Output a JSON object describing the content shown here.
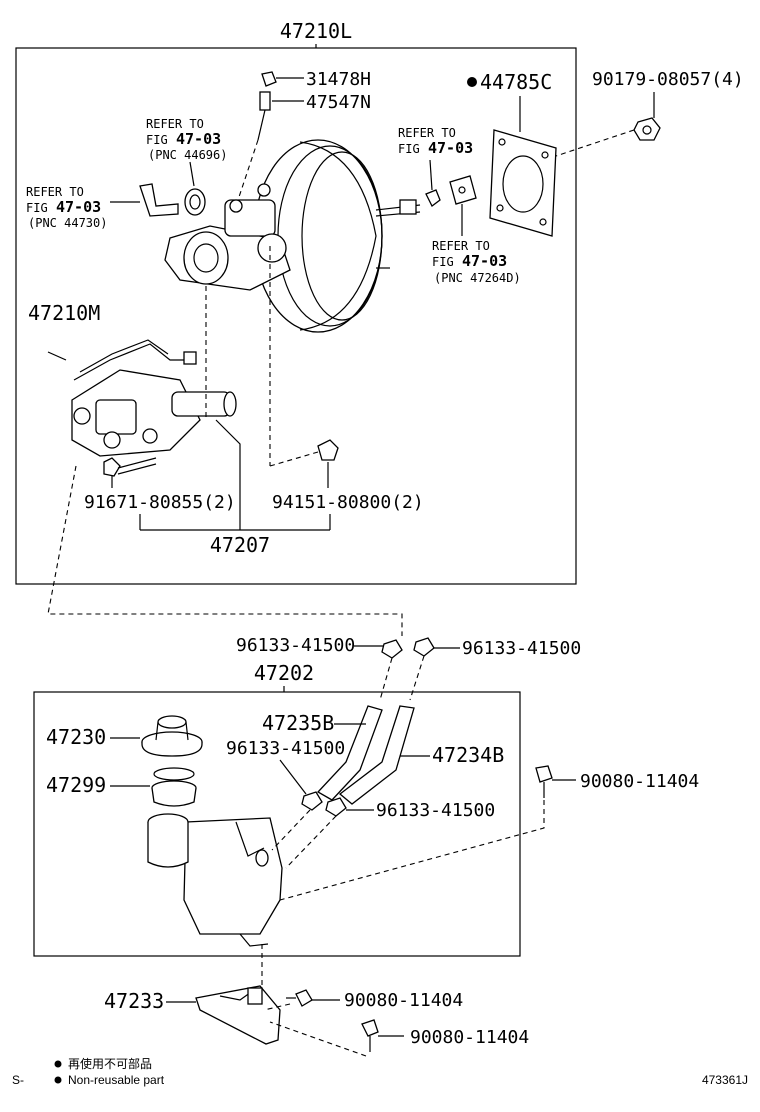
{
  "diagram": {
    "top_assembly": "47210L",
    "upper": {
      "p31478H": "31478H",
      "p47547N": "47547N",
      "p44785C": "44785C",
      "p90179": "90179-08057(4)",
      "refer1": {
        "l1": "REFER TO",
        "l2": "FIG",
        "fig": "47-03",
        "l3": "(PNC 44696)"
      },
      "refer2": {
        "l1": "REFER TO",
        "l2": "FIG",
        "fig": "47-03",
        "l3": "(PNC 44730)"
      },
      "refer3": {
        "l1": "REFER TO",
        "l2": "FIG",
        "fig": "47-03"
      },
      "refer4": {
        "l1": "REFER TO",
        "l2": "FIG",
        "fig": "47-03",
        "l3": "(PNC 47264D)"
      },
      "p47210M": "47210M",
      "p91671": "91671-80855(2)",
      "p94151": "94151-80800(2)",
      "p47207": "47207"
    },
    "lower": {
      "clamp_a": "96133-41500",
      "clamp_b": "96133-41500",
      "clamp_c": "96133-41500",
      "clamp_d": "96133-41500",
      "p47202": "47202",
      "p47235B": "47235B",
      "p47234B": "47234B",
      "p47230": "47230",
      "p47299": "47299",
      "bolt_a": "90080-11404",
      "bolt_b": "90080-11404",
      "bolt_c": "90080-11404",
      "p47233": "47233"
    },
    "legend": {
      "prefix": "S-",
      "line1": "再使用不可部品",
      "line2": "Non-reusable part"
    },
    "figure_id": "473361J"
  }
}
